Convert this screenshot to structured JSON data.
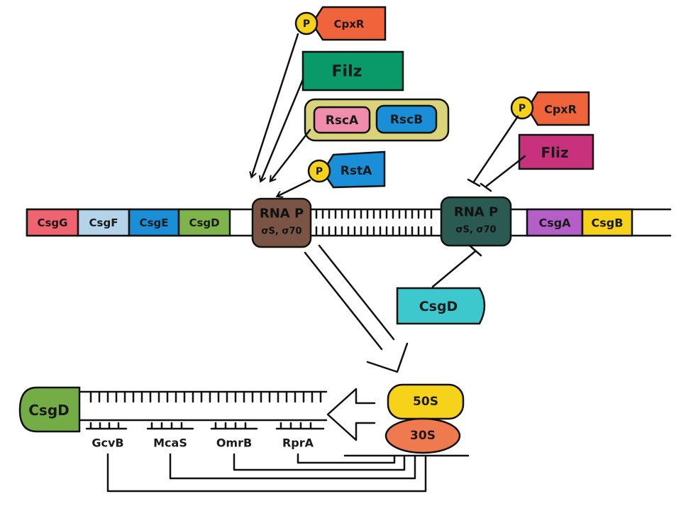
{
  "colors": {
    "cpxr": "#f0643c",
    "filz": "#0a9a6a",
    "rsc_complex": "#d9d37a",
    "rsca": "#f08cac",
    "rscb": "#1a8ed6",
    "rsta": "#1a8ed6",
    "phospho": "#f7d21a",
    "fliz": "#c8327c",
    "rnap_left": "#7a5545",
    "rnap_right": "#2a5a52",
    "csgg": "#f06472",
    "csgf": "#b4d4ea",
    "csge": "#1a8ed6",
    "csgd_gene": "#7fb44a",
    "csga": "#b45ec8",
    "csgb": "#f7d21a",
    "csgd_protein": "#3cc8cc",
    "csgd_product": "#74ac46",
    "ribo_50s": "#f7d21a",
    "ribo_30s": "#f07a50"
  },
  "regulators_left": {
    "phospho": "P",
    "cpxr": "CpxR",
    "filz": "Filz",
    "rsca": "RscA",
    "rscb": "RscB",
    "rsta": "RstA"
  },
  "regulators_right": {
    "phospho": "P",
    "cpxr": "CpxR",
    "fliz": "Fliz"
  },
  "rnap_left": {
    "title": "RNA P",
    "sigma": "σS, σ70"
  },
  "rnap_right": {
    "title": "RNA P",
    "sigma": "σS, σ70"
  },
  "operon_left": [
    "CsgG",
    "CsgF",
    "CsgE",
    "CsgD"
  ],
  "operon_right": [
    "CsgA",
    "CsgB"
  ],
  "csgd_protein": "CsgD",
  "ribosome": {
    "large": "50S",
    "small": "30S"
  },
  "product": "CsgD",
  "srnas": [
    "GcvB",
    "McaS",
    "OmrB",
    "RprA"
  ]
}
